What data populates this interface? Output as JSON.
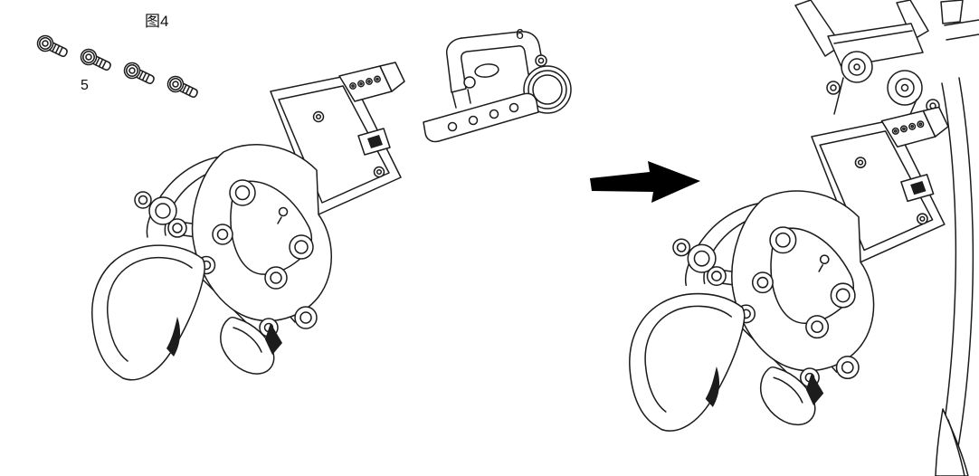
{
  "figure": {
    "title": "图4",
    "label_screws": "5",
    "label_bracket": "6"
  },
  "colors": {
    "line": "#1c1c1c",
    "background": "#ffffff",
    "arrow": "#000000"
  }
}
